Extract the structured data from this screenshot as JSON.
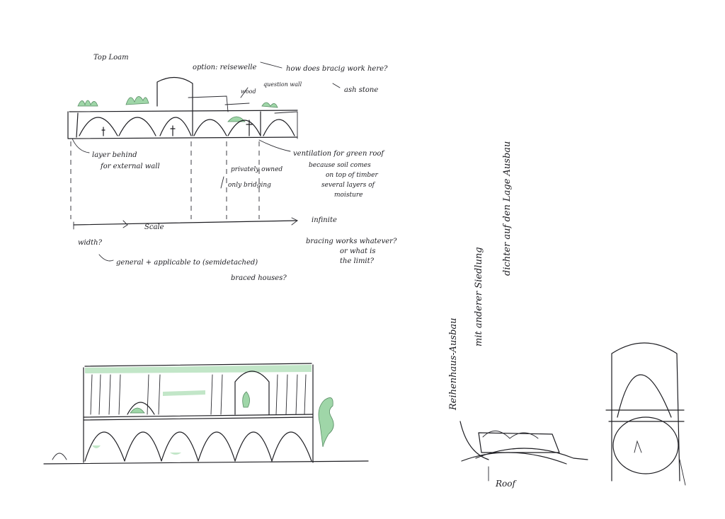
{
  "notes": {
    "top_left": "Top Loam",
    "option": "option: reisewelle",
    "bracing_question": "how does bracig work here?",
    "ash_stone": "ash stone",
    "wood": "wood",
    "question_wall": "question wall",
    "layer_behind": "layer behind",
    "for_external_wall": "for external wall",
    "ventilation": "ventilation for green roof",
    "because_soil": "because soil comes",
    "on_top_of_timber": "on top of timber",
    "several_layers": "several layers of",
    "moisture": "moisture",
    "privately_owned": "privately owned",
    "only_bridging": "only bridging",
    "scale_label": "Scale",
    "infinite": "infinite",
    "width_q": "width?",
    "general": "general + applicable to (semidetached)",
    "braced_houses": "braced houses?",
    "bracing_works": "bracing works whatever?",
    "or_what_limit": "or what is",
    "the_limit": "the limit?",
    "vertical_1": "Reihenhaus-Ausbau",
    "vertical_2": "mit anderer Siedlung",
    "vertical_3": "dichter auf den Lage Ausbau",
    "roof_label": "Roof"
  }
}
